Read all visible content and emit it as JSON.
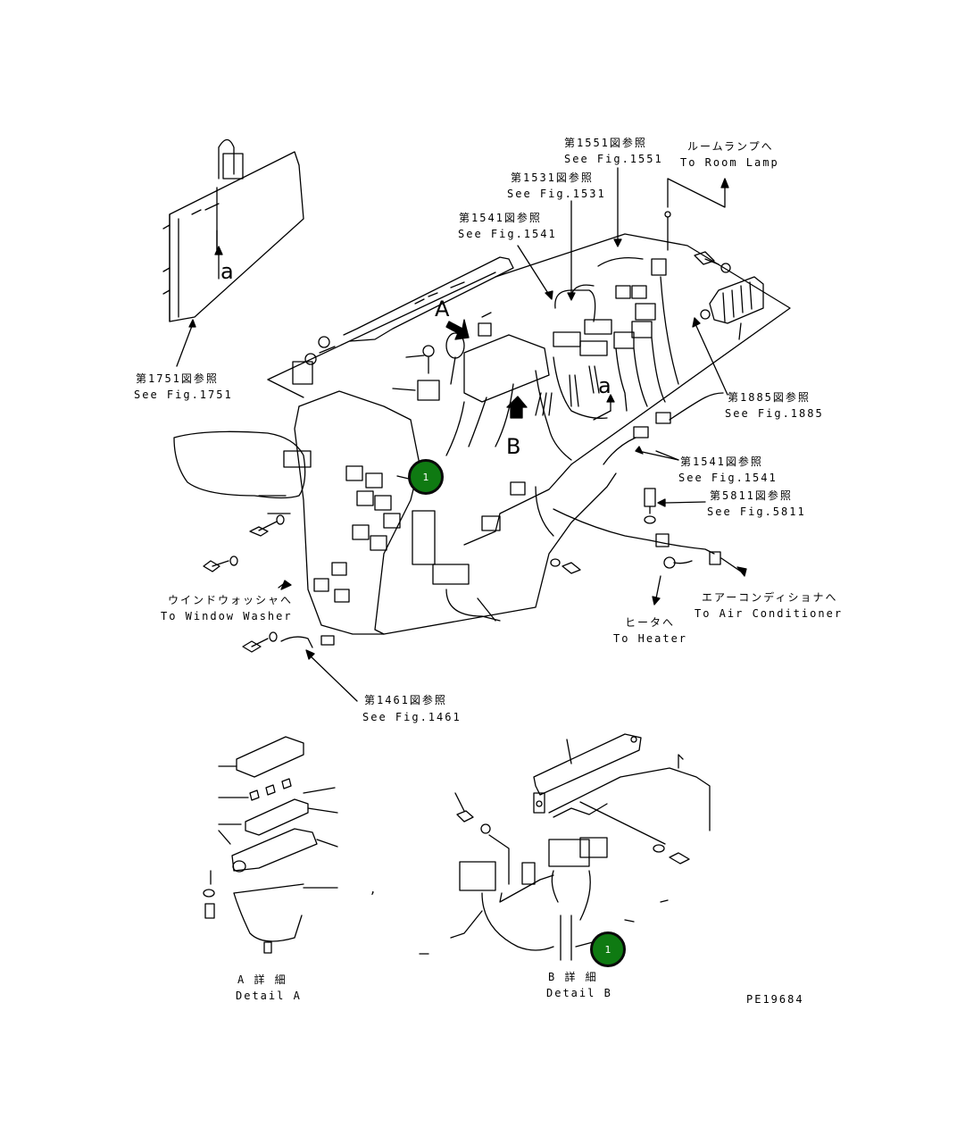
{
  "callouts": [
    {
      "number": "1"
    },
    {
      "number": "1"
    }
  ],
  "labels": {
    "fig1551_jp": "第1551図参照",
    "fig1551_en": "See Fig.1551",
    "roomlamp_jp": "ルームランプへ",
    "roomlamp_en": "To Room Lamp",
    "fig1531_jp": "第1531図参照",
    "fig1531_en": "See Fig.1531",
    "fig1541a_jp": "第1541図参照",
    "fig1541a_en": "See Fig.1541",
    "fig1751_jp": "第1751図参照",
    "fig1751_en": "See Fig.1751",
    "fig1885_jp": "第1885図参照",
    "fig1885_en": "See Fig.1885",
    "fig1541b_jp": "第1541図参照",
    "fig1541b_en": "See Fig.1541",
    "fig5811_jp": "第5811図参照",
    "fig5811_en": "See Fig.5811",
    "washer_jp": "ウインドウォッシャへ",
    "washer_en": "To Window Washer",
    "aircon_jp": "エアーコンディショナへ",
    "aircon_en": "To Air Conditioner",
    "heater_jp": "ヒータへ",
    "heater_en": "To Heater",
    "fig1461_jp": "第1461図参照",
    "fig1461_en": "See Fig.1461",
    "detailA_jp": "A 詳 細",
    "detailA_en": "Detail A",
    "detailB_jp": "B 詳 細",
    "detailB_en": "Detail B",
    "drawing_no": "PE19684"
  },
  "letters": {
    "a_top": "a",
    "a_mid": "a",
    "A": "A",
    "B": "B",
    "comma": ","
  }
}
